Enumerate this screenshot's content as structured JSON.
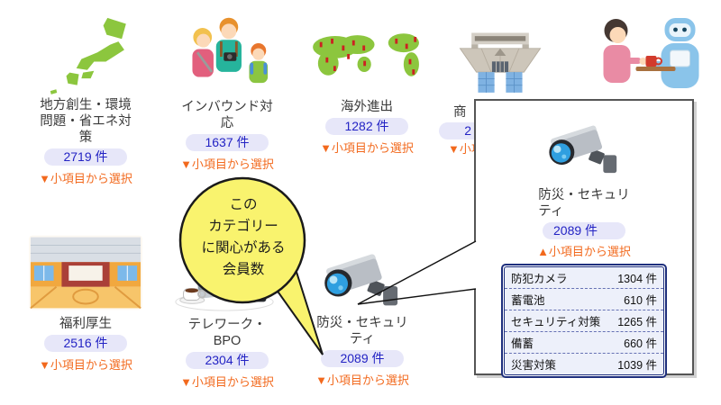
{
  "colors": {
    "count_badge_bg": "#e7e7f9",
    "count_text": "#2323c4",
    "select_link": "#f2691d",
    "bubble_fill": "#f9f36e",
    "table_border": "#1e2f7d"
  },
  "cards": {
    "top": [
      {
        "icon": "japan-map-icon",
        "lines": [
          "地方創生・環境",
          "問題・省エネ対",
          "策"
        ],
        "count": "2719 件",
        "link": "▼小項目から選択"
      },
      {
        "icon": "tourist-family-icon",
        "lines": [
          "インバウンド対",
          "応"
        ],
        "count": "1637 件",
        "link": "▼小項目から選択"
      },
      {
        "icon": "world-map-icon",
        "lines": [
          "海外進出"
        ],
        "count": "1282 件",
        "link": "▼小項目から選択"
      },
      {
        "icon": "exhibition-building-icon",
        "lines": [
          "商"
        ],
        "count": "2",
        "link": "▼小項"
      },
      {
        "icon": "woman-robot-icon"
      }
    ],
    "bottom": [
      {
        "icon": "gymnasium-icon",
        "lines": [
          "福利厚生"
        ],
        "count": "2516 件",
        "link": "▼小項目から選択"
      },
      {
        "icon": "telework-icon",
        "lines": [
          "テレワーク・",
          "BPO"
        ],
        "count": "2304 件",
        "link": "▼小項目から選択"
      },
      {
        "icon": "security-camera-icon",
        "lines": [
          "防災・セキュリ",
          "ティ"
        ],
        "count": "2089 件",
        "link": "▼小項目から選択"
      }
    ]
  },
  "bubble": {
    "lines": [
      "この",
      "カテゴリー",
      "に関心がある",
      "会員数"
    ]
  },
  "popup": {
    "title_lines": [
      "防災・セキュリ",
      "ティ"
    ],
    "count": "2089 件",
    "link": "▲小項目から選択",
    "subitems": [
      {
        "label": "防犯カメラ",
        "count": "1304 件"
      },
      {
        "label": "蓄電池",
        "count": "610 件"
      },
      {
        "label": "セキュリティ対策",
        "count": "1265 件"
      },
      {
        "label": "備蓄",
        "count": "660 件"
      },
      {
        "label": "災害対策",
        "count": "1039 件"
      }
    ]
  }
}
